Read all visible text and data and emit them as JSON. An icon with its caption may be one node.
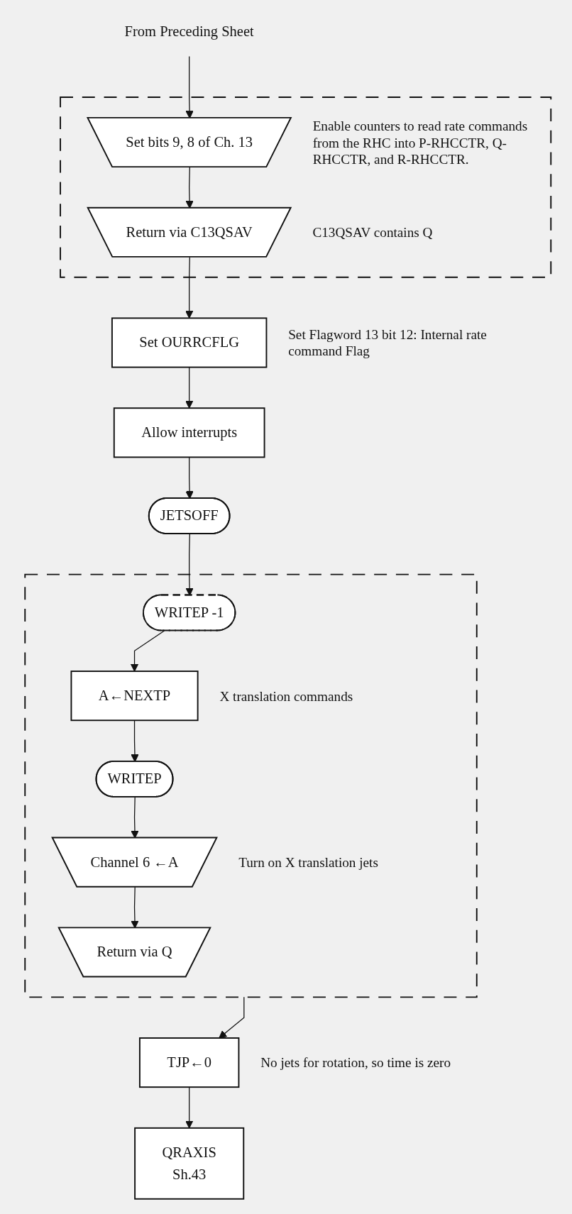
{
  "diagram": {
    "nodes": [
      {
        "text": [
          "From Preceding Sheet"
        ]
      },
      {
        "text": [],
        "shape": "box"
      },
      {
        "text": [
          "Set bits 9, 8 of Ch. 13"
        ],
        "in": 1,
        "beside": [
          "Enable counters to read rate commands from the RHC into P-RHCCTR, Q-RHCCTR, and R-RHCCTR."
        ]
      },
      {
        "text": [
          "Return via C13QSAV"
        ],
        "in": 1,
        "beside": [
          "C13QSAV contains Q"
        ]
      },
      {
        "text": [
          "Set OURRCFLG"
        ],
        "beside": [
          "Set Flagword 13 bit 12: Internal rate command Flag"
        ]
      },
      {
        "text": [
          "Allow interrupts"
        ]
      },
      {
        "text": [
          "JETSOFF"
        ]
      },
      {
        "text": [],
        "shape": "box"
      },
      {
        "text": [
          "WRITEP -1"
        ],
        "in": 7
      },
      {
        "text": [
          "A←NEXTP"
        ],
        "in": 7,
        "beside": [
          "X translation commands"
        ]
      },
      {
        "text": [
          "WRITEP"
        ],
        "in": 7
      },
      {
        "text": [
          "Channel 6 ←A"
        ],
        "in": 7,
        "beside": [
          "Turn on X translation jets"
        ]
      },
      {
        "text": [
          "Return via Q"
        ],
        "in": 7
      },
      {
        "text": [
          "TJP←0"
        ],
        "beside": [
          "No jets for rotation, so time is zero"
        ]
      },
      {
        "text": [
          "QRAXIS",
          "Sh.43"
        ]
      }
    ],
    "edges": [
      {
        "from": 0,
        "to": 2,
        "arrow": "to"
      },
      {
        "from": 2,
        "to": 3,
        "arrow": "to"
      },
      {
        "from": 3,
        "to": 4,
        "arrow": "to"
      },
      {
        "from": 4,
        "to": 5,
        "arrow": "to"
      },
      {
        "from": 5,
        "to": 6,
        "arrow": "to"
      },
      {
        "from": 6,
        "to": 8,
        "arrow": "to"
      },
      {
        "from": 8,
        "to": 9,
        "arrow": "to"
      },
      {
        "from": 9,
        "to": 10,
        "arrow": "to"
      },
      {
        "from": 10,
        "to": 11,
        "arrow": "to"
      },
      {
        "from": 11,
        "to": 12,
        "arrow": "to"
      },
      {
        "from": 7,
        "to": 13,
        "arrow": "to"
      },
      {
        "from": 13,
        "to": 14,
        "arrow": "to"
      }
    ]
  }
}
